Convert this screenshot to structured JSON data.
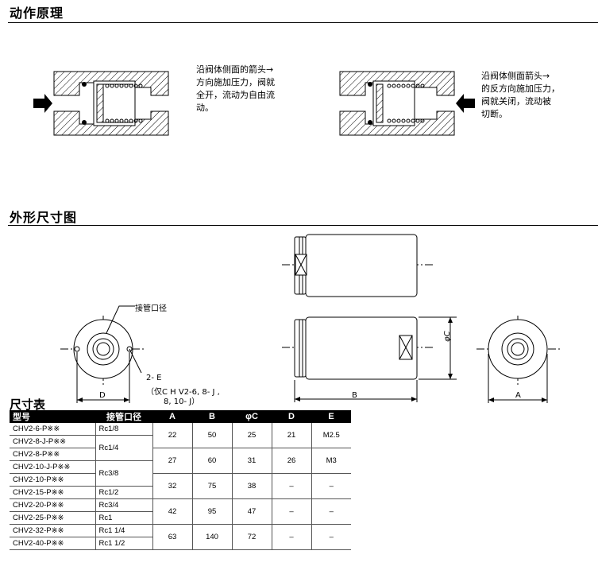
{
  "section1": {
    "title": "动作原理"
  },
  "section2": {
    "title": "外形尺寸图"
  },
  "notes": {
    "left": "沿阀体侧面的箭头→\n方向施加压力，阀就\n全开，流动为自由流\n动。",
    "right": "沿阀体侧面箭头→\n的反方向施加压力，\n阀就关闭，流动被\n切断。"
  },
  "drawing": {
    "port_label": "接管口径",
    "hole_label": "2- E",
    "hole_note_1": "（仅C H V2-6, 8- J ,",
    "hole_note_2": "8, 10- J）",
    "dim_d": "D",
    "dim_b": "B",
    "dim_a": "A",
    "dim_c": "φC"
  },
  "table": {
    "title": "尺寸表",
    "headers": [
      "型号",
      "接管口径",
      "A",
      "B",
      "φC",
      "D",
      "E"
    ],
    "models": [
      "CHV2-6-P※※",
      "CHV2-8-J-P※※",
      "CHV2-8-P※※",
      "CHV2-10-J-P※※",
      "CHV2-10-P※※",
      "CHV2-15-P※※",
      "CHV2-20-P※※",
      "CHV2-25-P※※",
      "CHV2-32-P※※",
      "CHV2-40-P※※"
    ],
    "ports": [
      "Rc1/8",
      "Rc1/4",
      "Rc3/8",
      "Rc1/2",
      "Rc3/4",
      "Rc1",
      "Rc1 1/4",
      "Rc1 1/2"
    ],
    "groups": [
      {
        "A": "22",
        "B": "50",
        "C": "25",
        "D": "21",
        "E": "M2.5"
      },
      {
        "A": "27",
        "B": "60",
        "C": "31",
        "D": "26",
        "E": "M3"
      },
      {
        "A": "32",
        "B": "75",
        "C": "38",
        "D": "–",
        "E": "–"
      },
      {
        "A": "42",
        "B": "95",
        "C": "47",
        "D": "–",
        "E": "–"
      },
      {
        "A": "63",
        "B": "140",
        "C": "72",
        "D": "–",
        "E": "–"
      }
    ]
  }
}
